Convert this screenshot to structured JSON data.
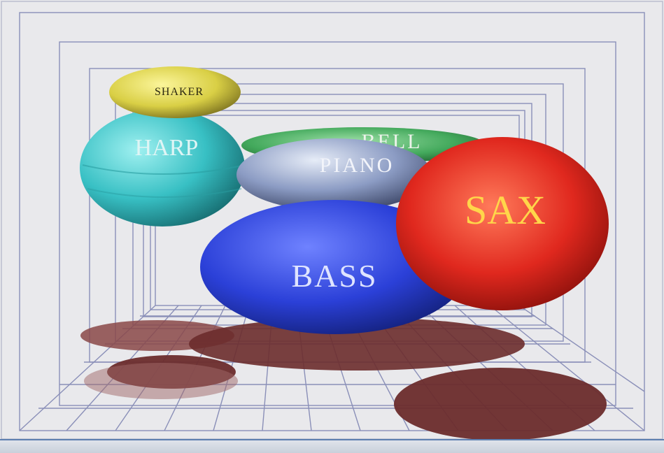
{
  "scene": {
    "colors": {
      "background": "#e9e9ec",
      "grid_lines": "#8a8fb8",
      "shadow": "#6b2c2c",
      "shaker": "#d9cf45",
      "harp": "#38c0c4",
      "bell": "#43a95c",
      "piano": "#8c9cc4",
      "bass": "#2b40d8",
      "sax": "#e0281e"
    },
    "instruments": [
      {
        "id": "shaker",
        "label": "SHAKER"
      },
      {
        "id": "harp",
        "label": "HARP"
      },
      {
        "id": "bell",
        "label": "BELL"
      },
      {
        "id": "piano",
        "label": "PIANO"
      },
      {
        "id": "bass",
        "label": "BASS"
      },
      {
        "id": "sax",
        "label": "SAX"
      }
    ]
  }
}
